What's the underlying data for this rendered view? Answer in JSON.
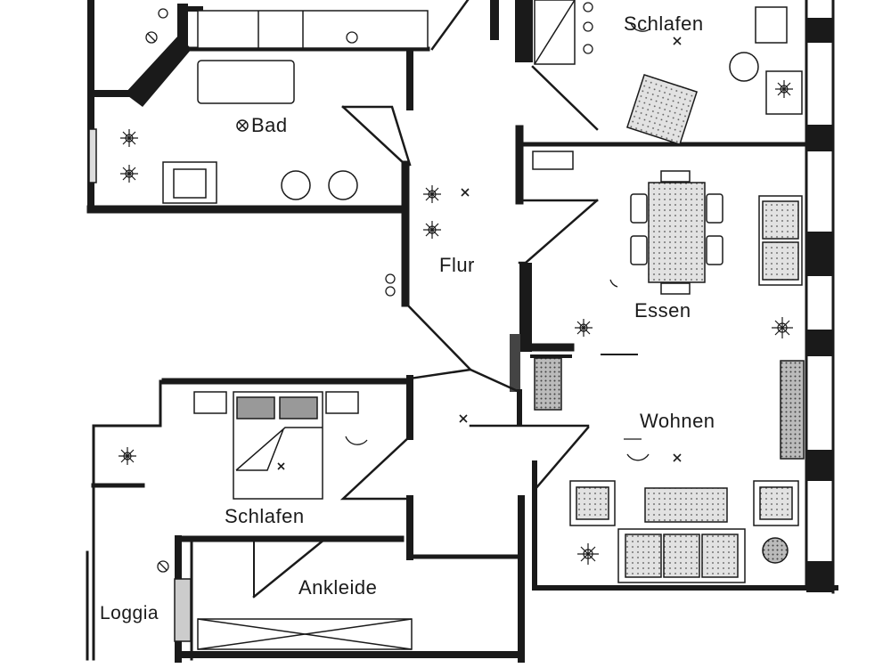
{
  "rooms": {
    "schlafen_top": "Schlafen",
    "bad": "Bad",
    "flur": "Flur",
    "essen": "Essen",
    "wohnen": "Wohnen",
    "schlafen_bottom": "Schlafen",
    "ankleide": "Ankleide",
    "loggia": "Loggia"
  },
  "colors": {
    "wall": "#1a1a1a",
    "furniture_fill": "#c8c8c8",
    "background": "#ffffff"
  }
}
